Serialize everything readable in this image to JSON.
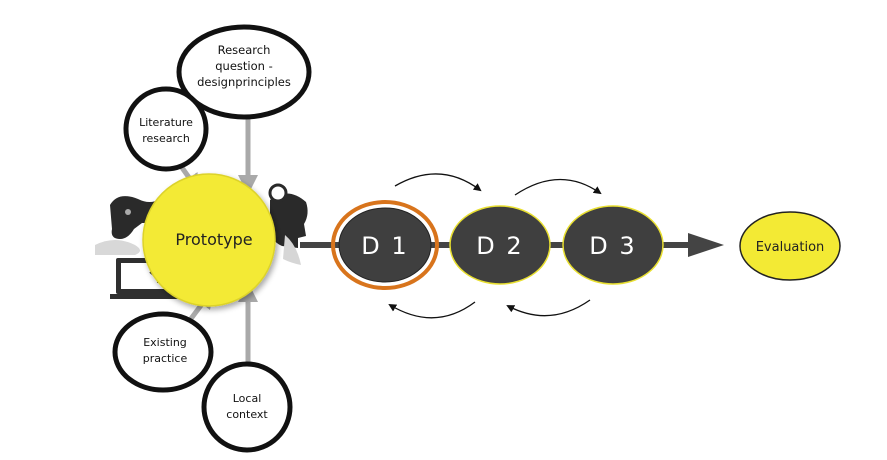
{
  "nodes": {
    "research": {
      "line1": "Research",
      "line2": "question -",
      "line3": "designprinciples"
    },
    "literature": {
      "line1": "Literature",
      "line2": "research"
    },
    "prototype": {
      "label": "Prototype"
    },
    "existing": {
      "line1": "Existing",
      "line2": "practice"
    },
    "local": {
      "line1": "Local",
      "line2": "context"
    },
    "d1": {
      "label": "D 1"
    },
    "d2": {
      "label": "D 2"
    },
    "d3": {
      "label": "D 3"
    },
    "evaluation": {
      "label": "Evaluation"
    }
  },
  "icons": [
    "gamepad-icon",
    "laptop-icon",
    "head-gear-icon"
  ],
  "colors": {
    "yellow": "#f3ea34",
    "dark_node": "#3f3f3f",
    "highlight_ring": "#d8741c",
    "arrow_gray": "#a9a9a9",
    "flow_line": "#444444"
  }
}
